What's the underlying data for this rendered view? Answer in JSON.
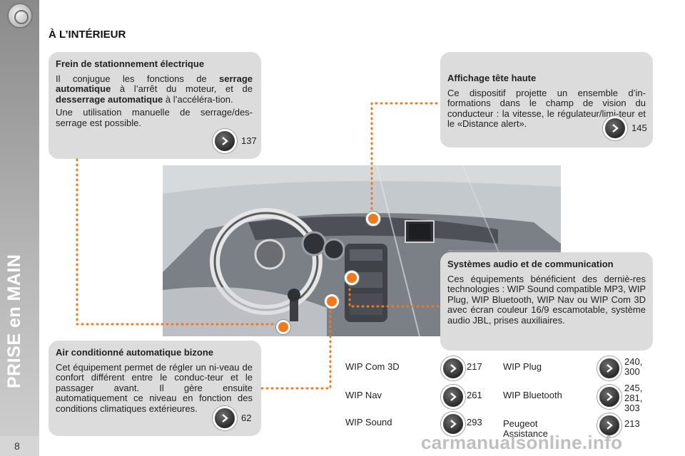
{
  "page": {
    "number": "8",
    "section_title": "PRISE en MAIN",
    "heading": "À L’INTÉRIEUR"
  },
  "parking_brake": {
    "title": "Frein de stationnement électrique",
    "p1_a": "Il conjugue les fonctions de ",
    "p1_b": "serrage automatique",
    "p1_c": " à l’arrêt du moteur, et de ",
    "p1_d": "desserrage automatique",
    "p1_e": " à l’accéléra-tion.",
    "p2": "Une utilisation manuelle de serrage/des-serrage est possible.",
    "page_ref": "137"
  },
  "hud": {
    "title": "Affichage tête haute",
    "text": "Ce dispositif projette un ensemble d’in-formations dans le champ de vision du conducteur : la vitesse, le régulateur/limi-teur et le «Distance alert».",
    "page_ref": "145"
  },
  "audio": {
    "title": "Systèmes audio et de communication",
    "text": "Ces équipements bénéficient des derniè-res technologies : WIP Sound compatible MP3, WIP Plug, WIP Bluetooth, WIP Nav ou WIP Com 3D avec écran couleur 16/9 escamotable, système audio JBL, prises auxiliaires."
  },
  "climate": {
    "title": "Air conditionné automatique bizone",
    "text": "Cet équipement permet de régler un ni-veau de confort différent entre le conduc-teur et le passager avant. Il gère ensuite automatiquement ce niveau en fonction des conditions climatiques extérieures.",
    "page_ref": "62"
  },
  "wip_refs": [
    {
      "label": "WIP Com 3D",
      "pages": "217"
    },
    {
      "label": "WIP Nav",
      "pages": "261"
    },
    {
      "label": "WIP Sound",
      "pages": "293"
    },
    {
      "label": "WIP Plug",
      "pages": "240, 300"
    },
    {
      "label": "WIP Bluetooth",
      "pages": "245, 281, 303"
    },
    {
      "label": "Peugeot Assistance",
      "pages": "213"
    }
  ],
  "watermark": "carmanualsonline.info",
  "colors": {
    "accent": "#f07a1a",
    "box_bg": "#dcdcdc",
    "sidebar": "#a8a8a8"
  },
  "icons": {
    "page_ref_button": "chevron-right-icon",
    "callout_marker": "orange-dot-icon",
    "corner_logo": "ring-logo-icon"
  }
}
